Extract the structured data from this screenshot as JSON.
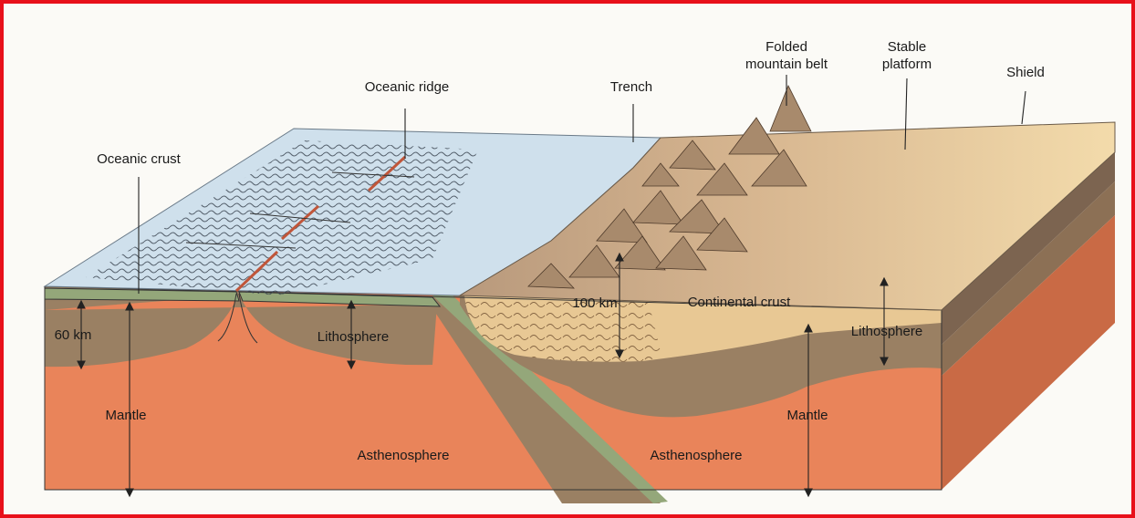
{
  "colors": {
    "frame": "#e8101a",
    "ocean_water": "#cfe0ec",
    "ocean_crust": "#94a77a",
    "lithosphere": "#9a8063",
    "asthenosphere": "#e9845a",
    "continental_crust": "#e8c894",
    "mountains": "#b8997c"
  },
  "labels": {
    "oceanic_crust": "Oceanic crust",
    "oceanic_ridge": "Oceanic ridge",
    "trench": "Trench",
    "folded_mountain_belt_1": "Folded",
    "folded_mountain_belt_2": "mountain belt",
    "stable_platform_1": "Stable",
    "stable_platform_2": "platform",
    "shield": "Shield",
    "km_60": "60 km",
    "km_100": "100 km",
    "lithosphere_ocean": "Lithosphere",
    "lithosphere_continent": "Lithosphere",
    "continental_crust": "Continental crust",
    "mantle_left": "Mantle",
    "mantle_right": "Mantle",
    "asthenosphere_left": "Asthenosphere",
    "asthenosphere_right": "Asthenosphere"
  }
}
